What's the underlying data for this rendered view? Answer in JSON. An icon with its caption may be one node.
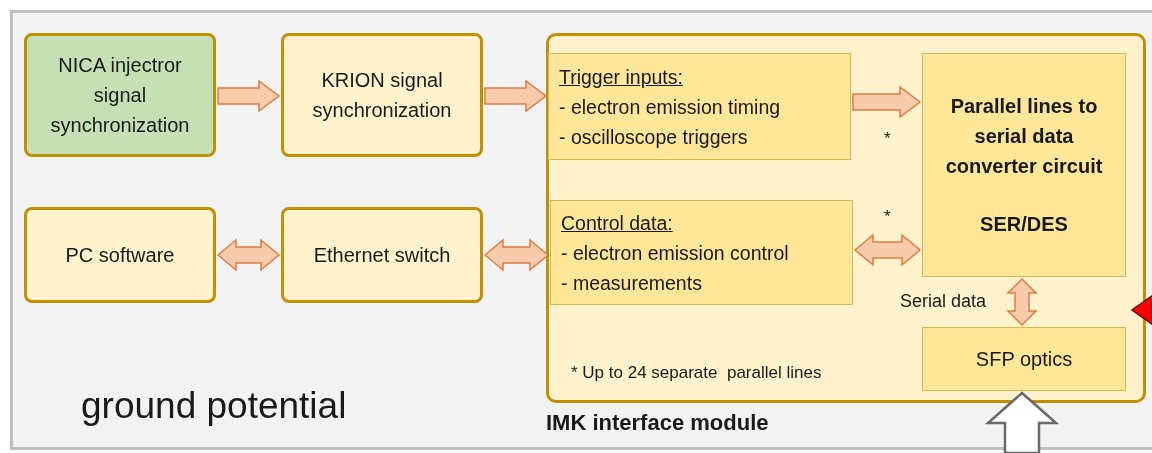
{
  "diagram": {
    "nodes": [
      {
        "text": [
          "ground potential"
        ]
      },
      {
        "text": [
          "NICA injectror signal synchronization"
        ],
        "in": 0
      },
      {
        "text": [
          "KRION signal synchronization"
        ],
        "in": 0
      },
      {
        "text": [
          "IMK interface module"
        ],
        "in": 0
      },
      {
        "text": [
          "Trigger inputs:",
          "- electron emission timing",
          "- oscilloscope triggers"
        ],
        "in": 3
      },
      {
        "text": [
          "Control data:",
          "- electron emission control",
          "- measurements"
        ],
        "in": 3
      },
      {
        "text": [
          "Parallel lines to serial data converter circuit",
          "SER/DES"
        ],
        "in": 3
      },
      {
        "text": [
          "SFP optics"
        ],
        "in": 3
      },
      {
        "text": [
          "PC software"
        ],
        "in": 0
      },
      {
        "text": [
          "Ethernet switch"
        ],
        "in": 0
      }
    ],
    "edges": [
      {
        "from": 1,
        "to": 2,
        "arrow": "to"
      },
      {
        "from": 2,
        "to": 4,
        "arrow": "to"
      },
      {
        "from": 4,
        "to": 6,
        "arrow": "to"
      },
      {
        "from": 8,
        "to": 9,
        "arrow": "both"
      },
      {
        "from": 9,
        "to": 5,
        "arrow": "both"
      },
      {
        "from": 5,
        "to": 6,
        "arrow": "both"
      },
      {
        "from": 6,
        "to": 7,
        "arrow": "both",
        "label": "Serial data"
      },
      {
        "from": null,
        "to": 7,
        "arrow": "to",
        "style": "thick",
        "color": "#ffffff"
      },
      {
        "from": null,
        "to": 3,
        "arrow": "to",
        "color": "#ff0000"
      }
    ],
    "labels": [
      "*",
      "*",
      "* Up to 24 separate  parallel lines"
    ]
  }
}
